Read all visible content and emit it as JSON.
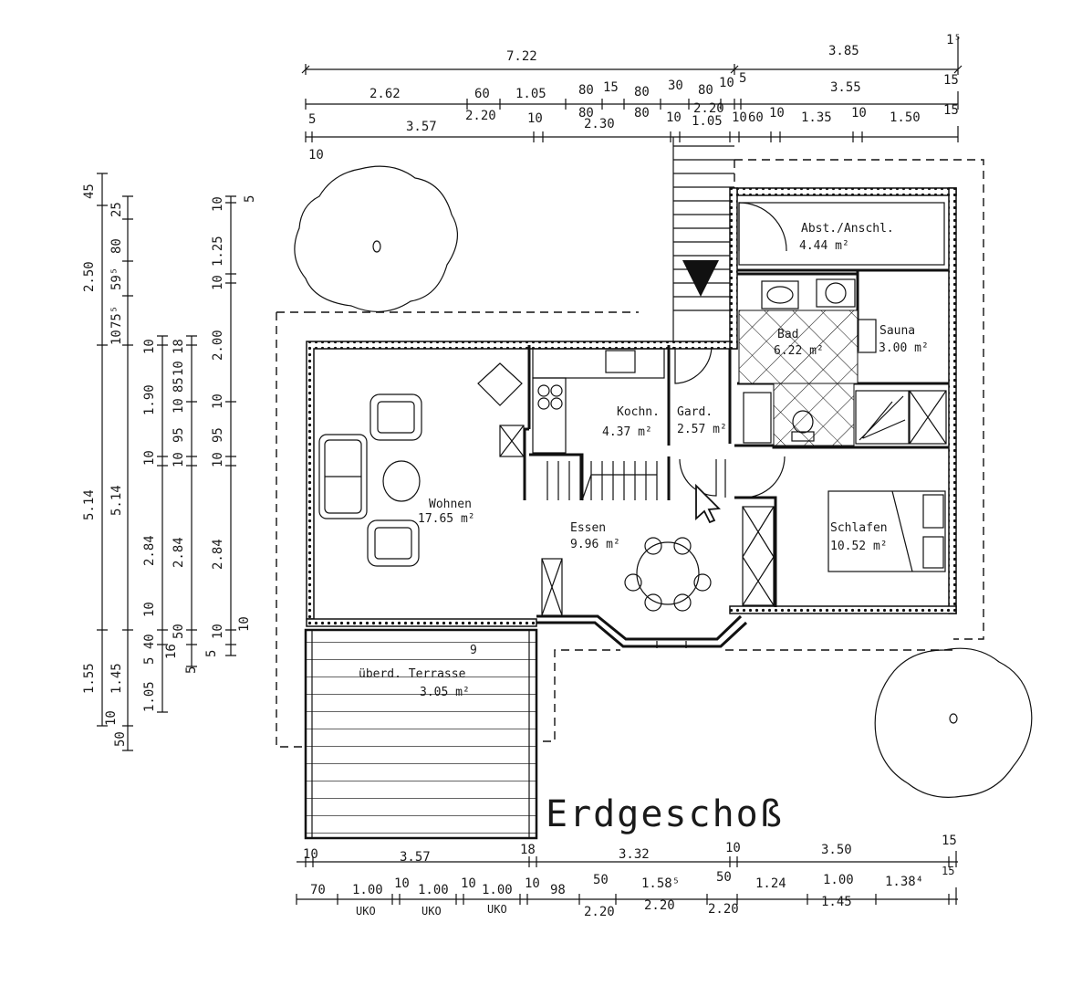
{
  "title": "Erdgeschoß",
  "rooms": {
    "abst": {
      "name": "Abst./Anschl.",
      "area": "4.44 m²"
    },
    "bad": {
      "name": "Bad",
      "area": "6.22 m²"
    },
    "sauna": {
      "name": "Sauna",
      "area": "3.00 m²"
    },
    "kochn": {
      "name": "Kochn.",
      "area": "4.37 m²"
    },
    "gard": {
      "name": "Gard.",
      "area": "2.57 m²"
    },
    "wohnen": {
      "name": "Wohnen",
      "area": "17.65 m²"
    },
    "essen": {
      "name": "Essen",
      "area": "9.96 m²"
    },
    "schlafen": {
      "name": "Schlafen",
      "area": "10.52 m²"
    },
    "terrasse": {
      "name": "überd. Terrasse",
      "area": "3.05 m²",
      "marker": "9"
    }
  },
  "dims_top": {
    "row1": [
      "7.22",
      "3.85",
      "1⁵"
    ],
    "row2": [
      "2.62",
      "60",
      "1.05",
      "80",
      "15",
      "80",
      "30",
      "80",
      "10",
      "5",
      "3.55",
      "15"
    ],
    "row2_sub": [
      "2.20",
      "80",
      "80",
      "2.20"
    ],
    "row3": [
      "5",
      "3.57",
      "10",
      "2.30",
      "10",
      "1.05",
      "10",
      "60",
      "10",
      "1.35",
      "10",
      "1.50",
      "15"
    ],
    "row3_sub": [
      "10"
    ]
  },
  "dims_bottom": {
    "row1": [
      "10",
      "3.57",
      "18",
      "3.32",
      "10",
      "3.50",
      "15"
    ],
    "row2": [
      "70",
      "1.00",
      "10",
      "1.00",
      "10",
      "1.00",
      "10",
      "98",
      "50",
      "1.58⁵",
      "50",
      "1.24",
      "1.00",
      "1.38⁴",
      "15"
    ],
    "row2_sub": [
      "UKO",
      "UKO",
      "UKO",
      "2.20",
      "2.20",
      "2.20",
      "1.45"
    ]
  },
  "dims_left": {
    "col1": [
      "45",
      "2.50",
      "5.14",
      "1.55",
      "50"
    ],
    "col2": [
      "25",
      "80",
      "59⁵",
      "10",
      "75⁵",
      "5.14",
      "1.45",
      "10"
    ],
    "col3": [
      "10",
      "1.90",
      "10",
      "2.84",
      "10",
      "5 40",
      "1.05"
    ],
    "col4": [
      "18",
      "10",
      "85",
      "10",
      "95",
      "10",
      "2.84",
      "50",
      "16",
      "5"
    ],
    "col5": [
      "10",
      "5",
      "1.25",
      "10",
      "2.00",
      "10",
      "95",
      "10",
      "2.84",
      "10",
      "5",
      "10"
    ]
  }
}
